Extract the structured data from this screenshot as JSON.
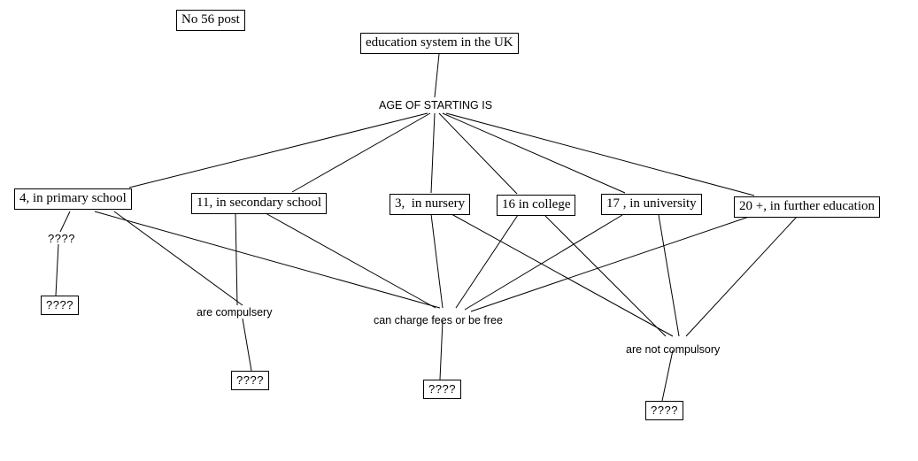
{
  "diagram": {
    "title_note": "No 56 post",
    "root": "education system in the UK",
    "root_relation": "AGE OF STARTING IS",
    "age_nodes": [
      "4, in primary school",
      "11, in secondary school",
      "3,  in nursery",
      "16 in college",
      "17 , in university",
      "20 +, in further education"
    ],
    "relations": [
      "????",
      "are compulsery",
      "can charge fees or be free",
      "are not compulsory"
    ],
    "unknown_label": "????",
    "unknown_boxes": [
      "????",
      "????",
      "????",
      "????"
    ],
    "colors": {
      "line": "#000000",
      "text": "#000000",
      "background": "#ffffff"
    }
  }
}
